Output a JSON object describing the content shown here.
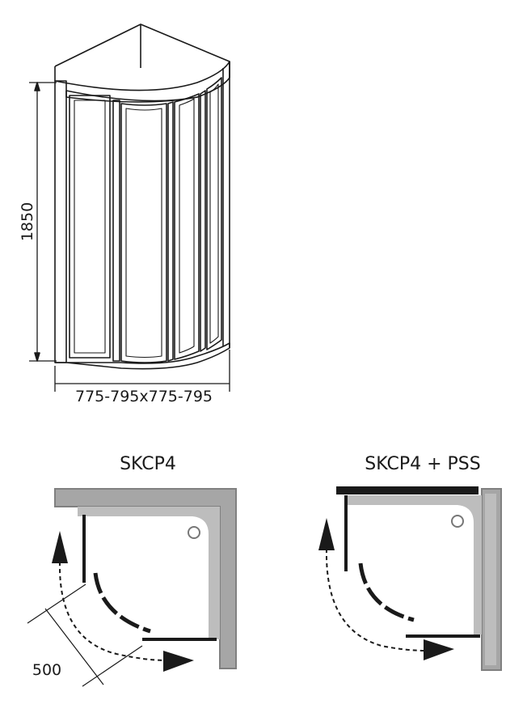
{
  "elevation": {
    "height_label": "1850",
    "width_label": "775-795x775-795"
  },
  "plans": [
    {
      "title": "SKCP4",
      "entry_label": "500"
    },
    {
      "title": "SKCP4 + PSS"
    }
  ],
  "colors": {
    "line": "#1a1a1a",
    "wall_fill": "#a6a6a6",
    "wall_stroke": "#808080",
    "tray_edge": "#bdbdbd"
  }
}
